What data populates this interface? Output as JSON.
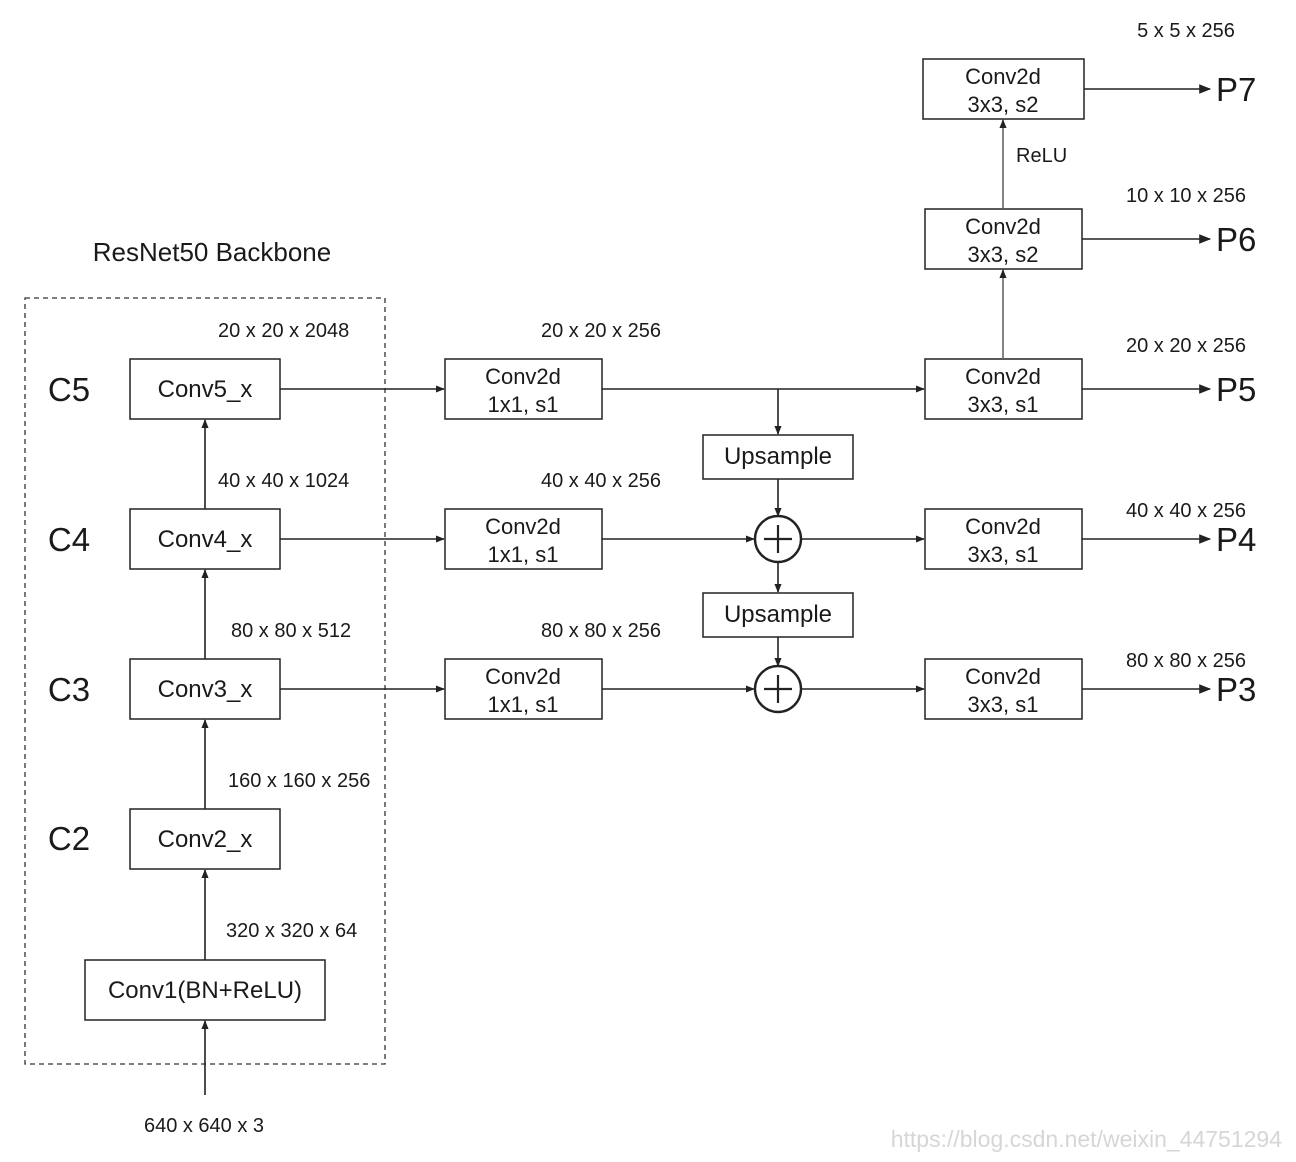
{
  "diagram": {
    "backbone_title": "ResNet50 Backbone",
    "input_shape": "640 x 640 x 3",
    "stages": {
      "c2": "C2",
      "c3": "C3",
      "c4": "C4",
      "c5": "C5"
    },
    "backbone_blocks": {
      "conv1": "Conv1(BN+ReLU)",
      "conv2": "Conv2_x",
      "conv3": "Conv3_x",
      "conv4": "Conv4_x",
      "conv5": "Conv5_x"
    },
    "backbone_shapes": {
      "after_conv1": "320 x 320 x 64",
      "c2": "160 x 160 x 256",
      "c3": "80 x 80 x 512",
      "c4": "40 x 40 x 1024",
      "c5": "20 x 20 x 2048"
    },
    "lateral": {
      "line1": "Conv2d",
      "line2": "1x1, s1",
      "shape_c5": "20 x 20 x 256",
      "shape_c4": "40 x 40 x 256",
      "shape_c3": "80 x 80 x 256"
    },
    "upsample_label": "Upsample",
    "fpn_conv": {
      "line1": "Conv2d",
      "line2": "3x3, s1"
    },
    "extra_conv": {
      "line1": "Conv2d",
      "line2": "3x3, s2"
    },
    "relu_label": "ReLU",
    "outputs": {
      "p3": {
        "label": "P3",
        "shape": "80 x 80 x 256"
      },
      "p4": {
        "label": "P4",
        "shape": "40 x 40 x 256"
      },
      "p5": {
        "label": "P5",
        "shape": "20 x 20 x 256"
      },
      "p6": {
        "label": "P6",
        "shape": "10 x 10 x 256"
      },
      "p7": {
        "label": "P7",
        "shape": "5 x 5 x 256"
      }
    },
    "watermark": "https://blog.csdn.net/weixin_44751294"
  }
}
